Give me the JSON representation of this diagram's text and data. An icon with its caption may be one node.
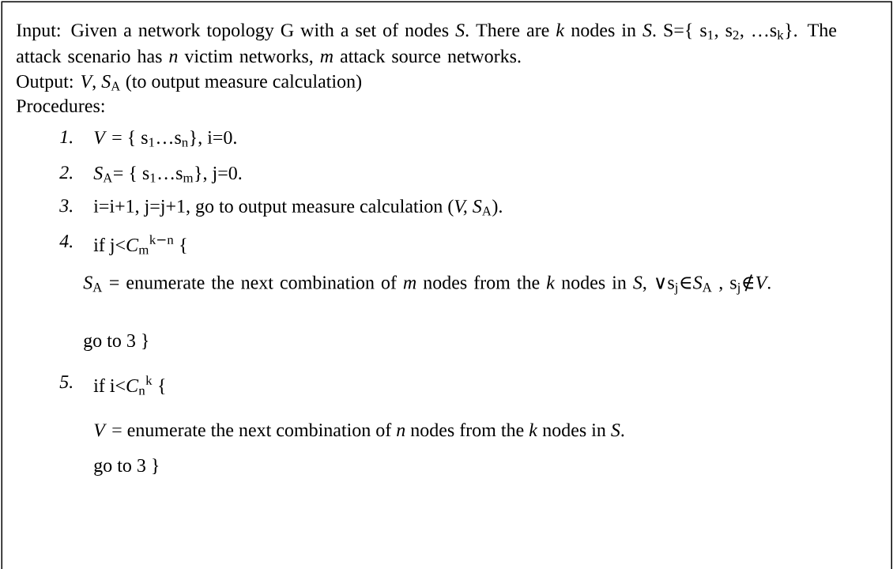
{
  "diagram": {
    "nodes": [
      {
        "text": [
          "Input: Given a network topology G with a set of nodes *S*. There are *k* nodes in *S*. S={ s$_{1}$, s$_{2}$, …s$_{k}$}. The attack scenario has *n* victim networks, *m* attack source networks.",
          "Output: *V*, *S*$_{A}$ (to output measure calculation)",
          "Procedures:",
          "1.",
          "*V* = { s$_{1}$…s$_{n}$}, i=0.",
          "2.",
          "*S*$_{A}$= { s$_{1}$…s$_{m}$}, j=0.",
          "3.",
          "i=i+1, j=j+1, go to output measure calculation (*V, S*$_{A}$).",
          "4.",
          "if j<*C*$_{m}$$^{k−n}$ {",
          "*S*$_{A}$ = enumerate the next combination of *m* nodes from the *k* nodes in *S*, ∨s$_{j}$∈*S*$_{A}$ , s$_{j}$∉*V*.",
          "go to 3 }",
          "5.",
          "if i<*C*$_{n}$$^{k}$ {",
          "*V* = enumerate the next combination of *n* nodes from the *k* nodes in *S*.",
          "go to 3 }"
        ]
      }
    ]
  }
}
